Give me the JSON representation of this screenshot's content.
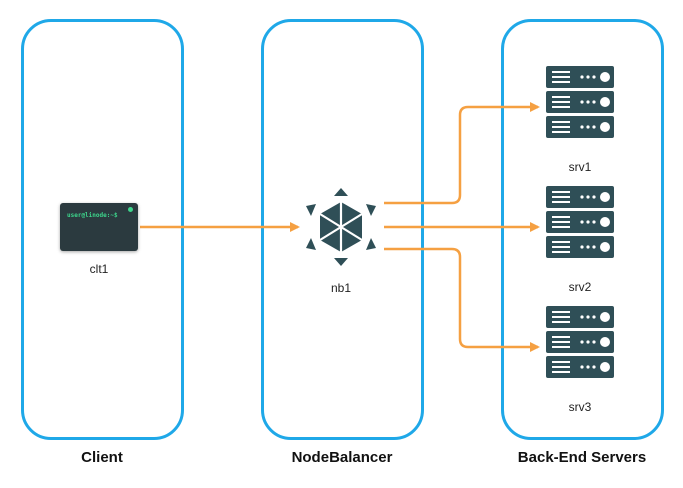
{
  "panels": {
    "client": "Client",
    "nodebalancer": "NodeBalancer",
    "backend": "Back-End Servers"
  },
  "nodes": {
    "client": {
      "label": "clt1",
      "terminal_text": "user@linode:~$"
    },
    "balancer": {
      "label": "nb1"
    },
    "servers": [
      {
        "label": "srv1"
      },
      {
        "label": "srv2"
      },
      {
        "label": "srv3"
      }
    ]
  },
  "icons": {
    "client": "terminal-icon",
    "balancer": "nodebalancer-icon",
    "server": "server-rack-icon"
  },
  "colors": {
    "panel_border": "#1fa8e8",
    "connector": "#f5a042",
    "icon_dark": "#2f4f57"
  }
}
